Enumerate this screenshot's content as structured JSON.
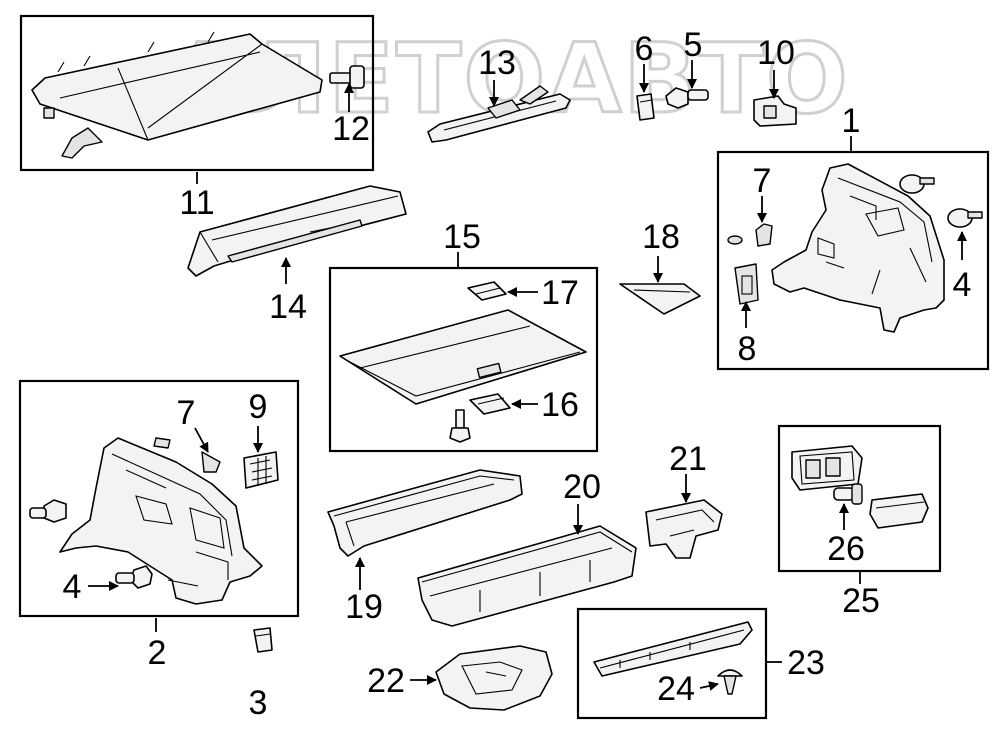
{
  "watermark": "АЛЕТОАВТО",
  "callouts": {
    "n1": "1",
    "n2": "2",
    "n3": "3",
    "n4a": "4",
    "n4b": "4",
    "n5": "5",
    "n6": "6",
    "n7a": "7",
    "n7b": "7",
    "n8": "8",
    "n9": "9",
    "n10": "10",
    "n11": "11",
    "n12": "12",
    "n13": "13",
    "n14": "14",
    "n15": "15",
    "n16": "16",
    "n17": "17",
    "n18": "18",
    "n19": "19",
    "n20": "20",
    "n21": "21",
    "n22": "22",
    "n23": "23",
    "n24": "24",
    "n25": "25",
    "n26": "26"
  }
}
